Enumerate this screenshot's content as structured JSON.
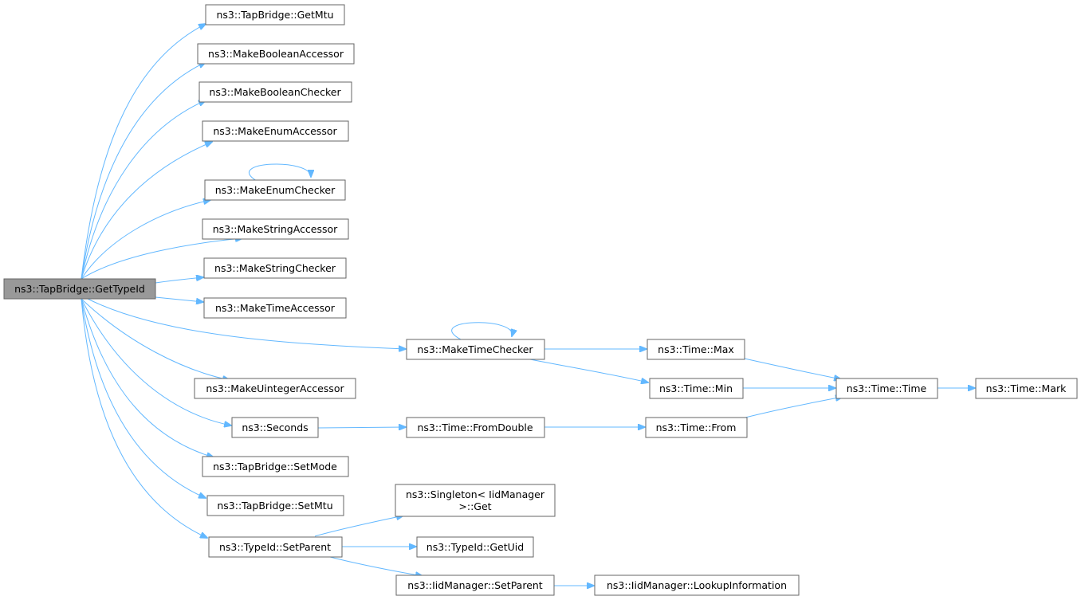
{
  "graph": {
    "edge_color": "#63b8ff",
    "root_fill": "#999999",
    "nodes": {
      "root": "ns3::TapBridge::GetTypeId",
      "getmtu": "ns3::TapBridge::GetMtu",
      "mkbacc": "ns3::MakeBooleanAccessor",
      "mkbchk": "ns3::MakeBooleanChecker",
      "mkeacc": "ns3::MakeEnumAccessor",
      "mkechk": "ns3::MakeEnumChecker",
      "mksacc": "ns3::MakeStringAccessor",
      "mkschk": "ns3::MakeStringChecker",
      "mktacc": "ns3::MakeTimeAccessor",
      "mktchk": "ns3::MakeTimeChecker",
      "mkuacc": "ns3::MakeUintegerAccessor",
      "seconds": "ns3::Seconds",
      "setmode": "ns3::TapBridge::SetMode",
      "setmtu": "ns3::TapBridge::SetMtu",
      "tidsetparent": "ns3::TypeId::SetParent",
      "tmax": "ns3::Time::Max",
      "tmin": "ns3::Time::Min",
      "fromdouble": "ns3::Time::FromDouble",
      "tfrom": "ns3::Time::From",
      "ttime": "ns3::Time::Time",
      "tmark": "ns3::Time::Mark",
      "singleton_l1": "ns3::Singleton< IidManager",
      "singleton_l2": ">::Get",
      "getuid": "ns3::TypeId::GetUid",
      "iidsetparent": "ns3::IidManager::SetParent",
      "lookup": "ns3::IidManager::LookupInformation"
    }
  }
}
